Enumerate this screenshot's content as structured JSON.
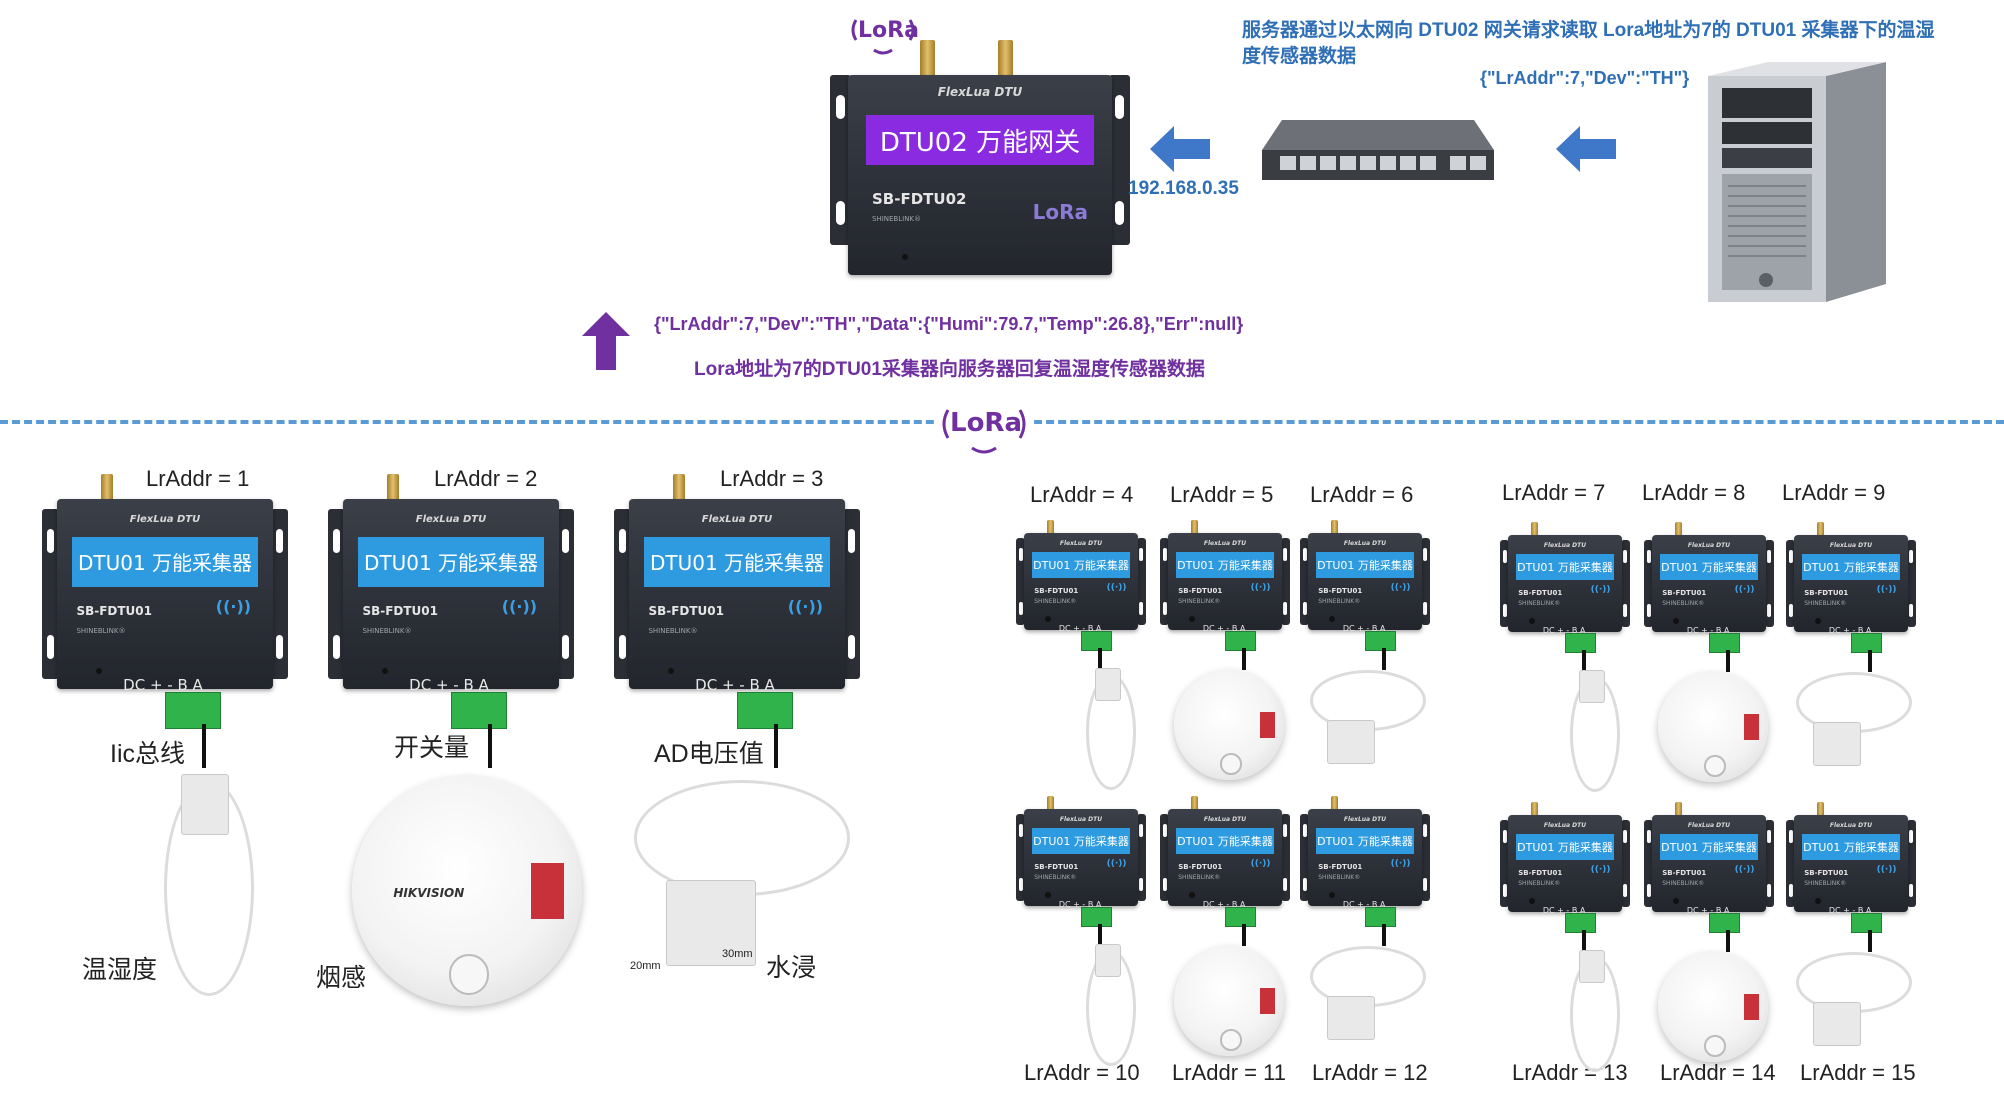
{
  "top": {
    "request_text": "服务器通过以太网向 DTU02 网关请求读取 Lora地址为7的 DTU01 采集器下的温湿度传感器数据",
    "request_json": "{\"LrAddr\":7,\"Dev\":\"TH\"}",
    "gateway_ip": "192.168.0.35",
    "response_json": "{\"LrAddr\":7,\"Dev\":\"TH\",\"Data\":{\"Humi\":79.7,\"Temp\":26.8},\"Err\":null}",
    "response_text": "Lora地址为7的DTU01采集器向服务器回复温湿度传感器数据",
    "lora_logo": "LoRa"
  },
  "gateway": {
    "brand": "FlexLua DTU",
    "banner": "DTU02 万能网关",
    "model": "SB-FDTU02",
    "sub": "SHINEBLINK®",
    "logo": "LoRa"
  },
  "collector": {
    "brand": "FlexLua DTU",
    "banner": "DTU01 万能采集器",
    "model": "SB-FDTU01",
    "sub": "SHINEBLINK®",
    "pins": "DC  + - B A",
    "wifi_icon": "((·))"
  },
  "divider_logo": "LoRa",
  "big_nodes": [
    {
      "addr": "LrAddr = 1",
      "bus": "Iic总线",
      "sensor": "温湿度"
    },
    {
      "addr": "LrAddr = 2",
      "bus": "开关量",
      "sensor": "烟感"
    },
    {
      "addr": "LrAddr = 3",
      "bus": "AD电压值",
      "sensor": "水浸"
    }
  ],
  "smoke_brand": "HIKVISION",
  "water_dims": [
    "20mm",
    "30mm"
  ],
  "small_nodes": {
    "top_left": [
      "LrAddr = 4",
      "LrAddr = 5",
      "LrAddr = 6"
    ],
    "top_right": [
      "LrAddr = 7",
      "LrAddr = 8",
      "LrAddr = 9"
    ],
    "bottom_left": [
      "LrAddr = 10",
      "LrAddr = 11",
      "LrAddr = 12"
    ],
    "bottom_right": [
      "LrAddr = 13",
      "LrAddr = 14",
      "LrAddr = 15"
    ]
  },
  "colors": {
    "blue_text": "#2f6fb5",
    "purple_text": "#7030a0",
    "arrow_blue": "#3f78c8",
    "arrow_purple": "#7030a0",
    "divider": "#5b9bd5",
    "banner_gateway": "#8a2be2",
    "banner_collector": "#2e9be0"
  }
}
